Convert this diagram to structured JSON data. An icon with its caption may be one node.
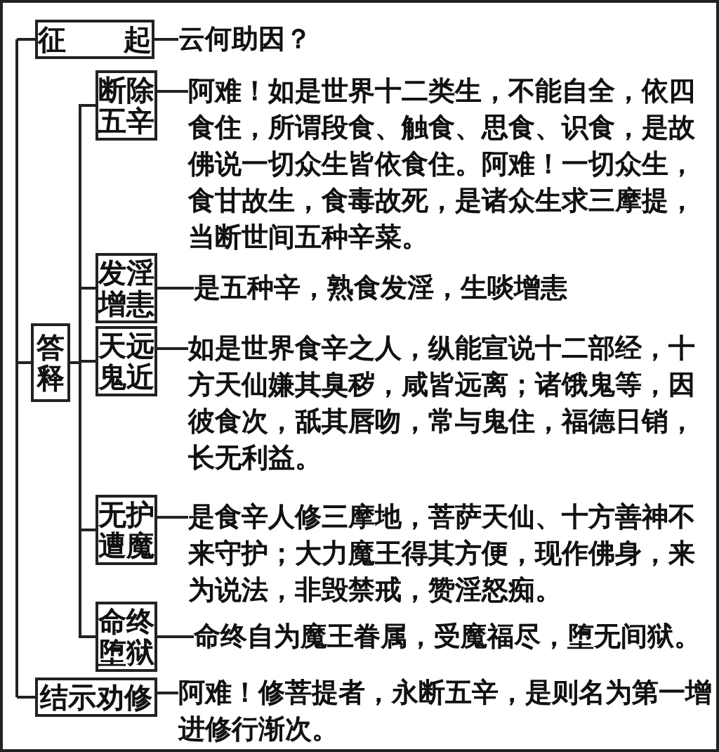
{
  "diagram": {
    "nodes": [
      {
        "text": [
          "征起"
        ]
      },
      {
        "text": [
          "云何助因？"
        ]
      },
      {
        "text": [
          "答释"
        ]
      },
      {
        "text": [
          "断除五辛"
        ]
      },
      {
        "text": [
          "阿难！如是世界十二类生，不能自全，依四食住，所谓段食、触食、思食、识食，是故佛说一切众生皆依食住。阿难！一切众生，食甘故生，食毒故死，是诸众生求三摩提，当断世间五种辛菜。"
        ]
      },
      {
        "text": [
          "发淫增恚"
        ]
      },
      {
        "text": [
          "是五种辛，熟食发淫，生啖增恚"
        ]
      },
      {
        "text": [
          "天远鬼近"
        ]
      },
      {
        "text": [
          "如是世界食辛之人，纵能宣说十二部经，十方天仙嫌其臭秽，咸皆远离；诸饿鬼等，因彼食次，舐其唇吻，常与鬼住，福德日销，长无利益。"
        ]
      },
      {
        "text": [
          "无护遭魔"
        ]
      },
      {
        "text": [
          "是食辛人修三摩地，菩萨天仙、十方善神不来守护；大力魔王得其方便，现作佛身，来为说法，非毁禁戒，赞淫怒痴。"
        ]
      },
      {
        "text": [
          "命终堕狱"
        ]
      },
      {
        "text": [
          "命终自为魔王眷属，受魔福尽，堕无间狱。"
        ]
      },
      {
        "text": [
          "结示劝修"
        ]
      },
      {
        "text": [
          "阿难！修菩提者，永断五辛，是则名为第一增进修行渐次。"
        ]
      }
    ],
    "edges": [
      {
        "from": null,
        "to": 0,
        "arrow": "none"
      },
      {
        "from": null,
        "to": 2,
        "arrow": "none"
      },
      {
        "from": null,
        "to": 13,
        "arrow": "none"
      },
      {
        "from": 0,
        "to": 1,
        "arrow": "none"
      },
      {
        "from": 2,
        "to": 3,
        "arrow": "none"
      },
      {
        "from": 2,
        "to": 5,
        "arrow": "none"
      },
      {
        "from": 2,
        "to": 7,
        "arrow": "none"
      },
      {
        "from": 2,
        "to": 9,
        "arrow": "none"
      },
      {
        "from": 2,
        "to": 11,
        "arrow": "none"
      },
      {
        "from": 3,
        "to": 4,
        "arrow": "none"
      },
      {
        "from": 5,
        "to": 6,
        "arrow": "none"
      },
      {
        "from": 7,
        "to": 8,
        "arrow": "none"
      },
      {
        "from": 9,
        "to": 10,
        "arrow": "none"
      },
      {
        "from": 11,
        "to": 12,
        "arrow": "none"
      },
      {
        "from": 13,
        "to": 14,
        "arrow": "none"
      }
    ]
  }
}
